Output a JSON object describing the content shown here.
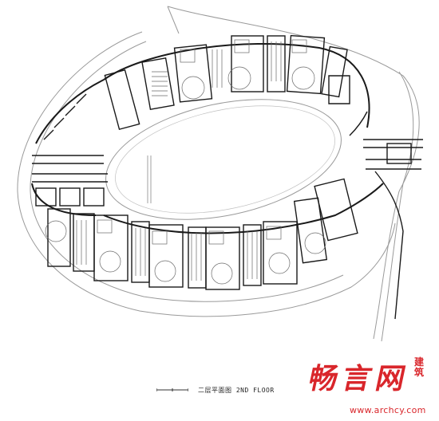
{
  "caption": "二层平面图 2ND FLOOR",
  "watermark": {
    "logo": "畅言网",
    "tag": "建筑",
    "url": "www.archcy.com"
  },
  "colors": {
    "wall": "#1a1a1a",
    "line": "#9a9a9a",
    "watermark": "#d9262b"
  }
}
